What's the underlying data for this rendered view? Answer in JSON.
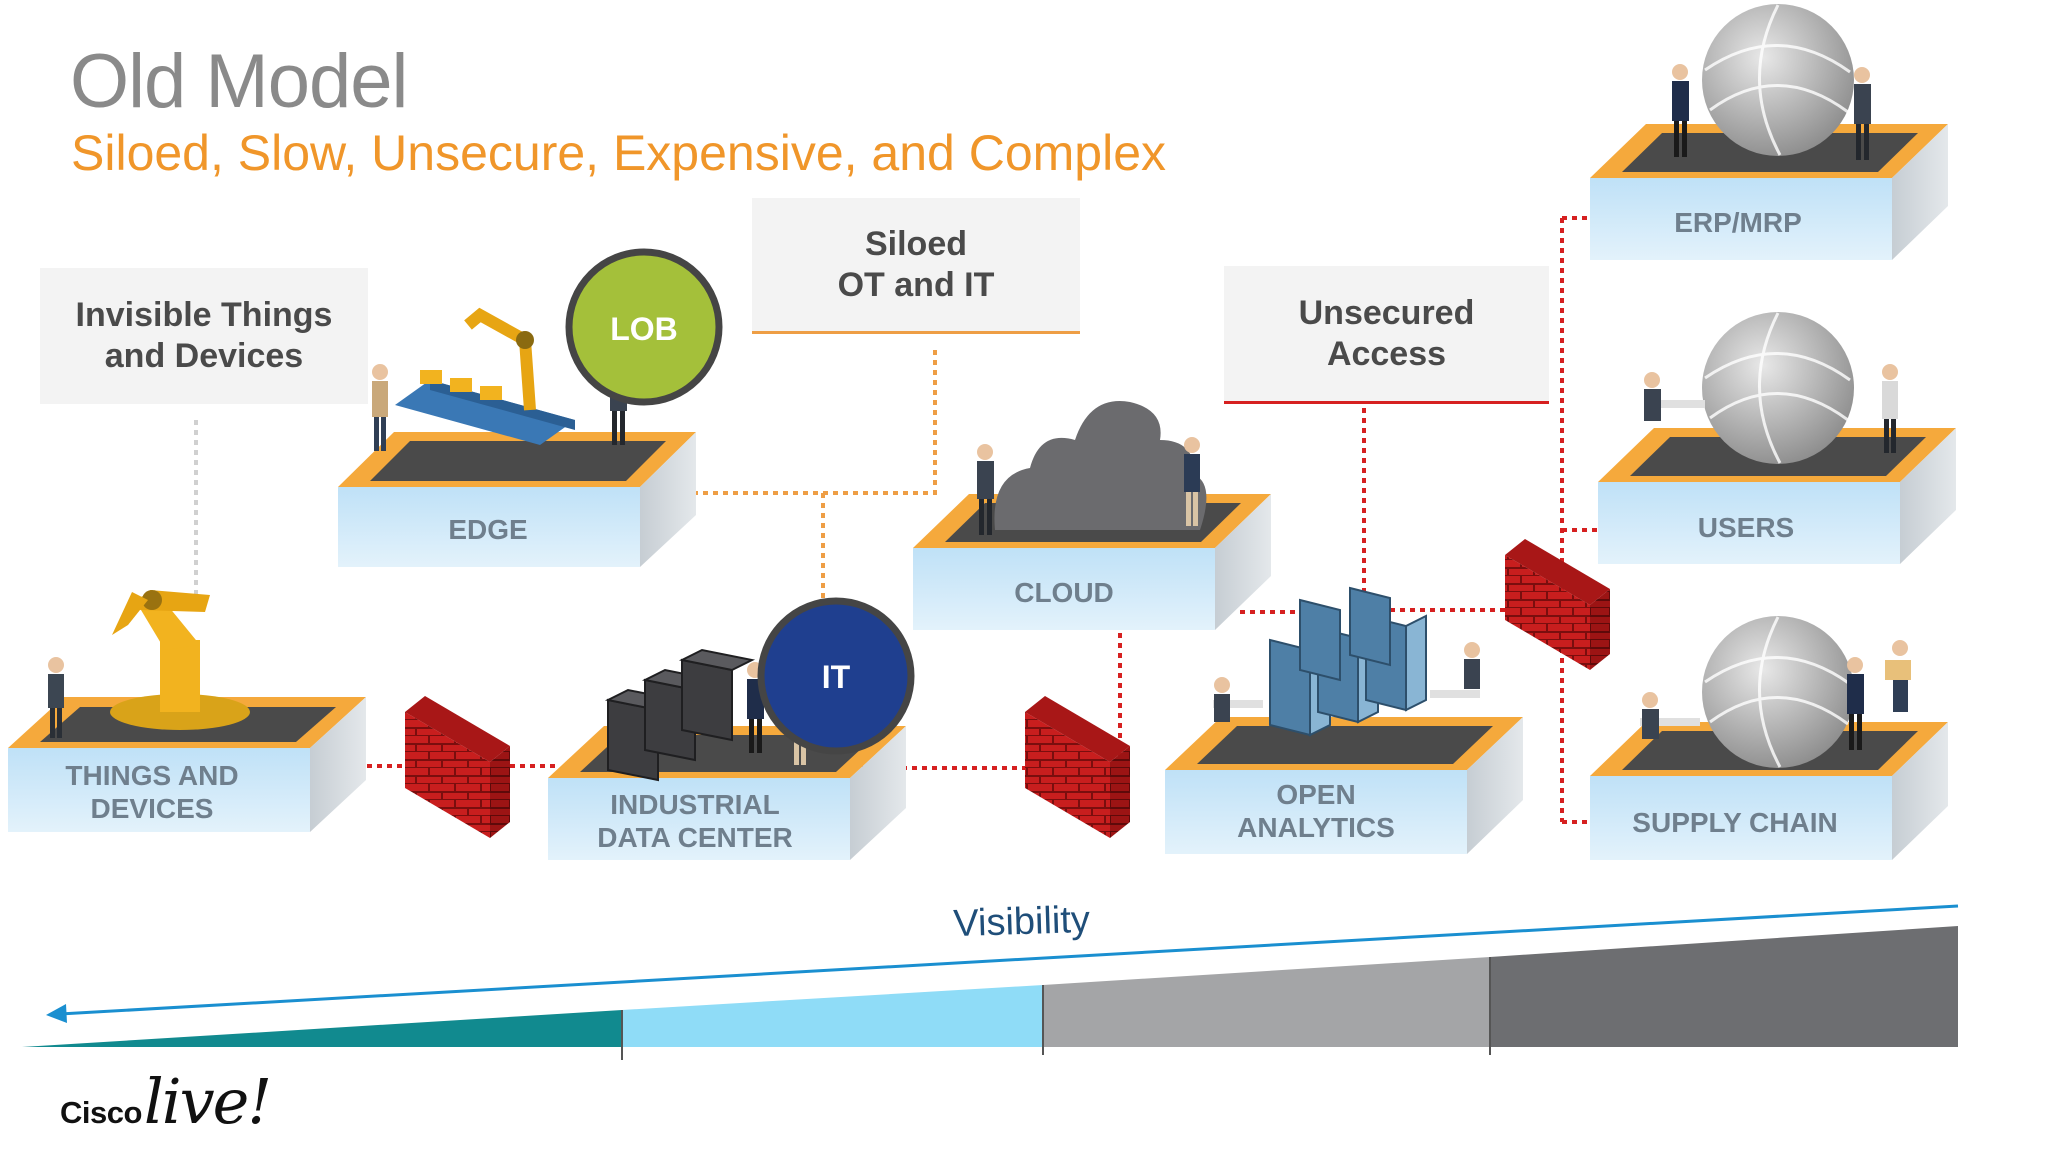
{
  "slide": {
    "title": "Old Model",
    "subtitle": "Siloed, Slow, Unsecure, Expensive, and Complex"
  },
  "callouts": {
    "invisible": {
      "line1": "Invisible Things",
      "line2": "and Devices"
    },
    "siloed": {
      "line1": "Siloed",
      "line2": "OT and IT"
    },
    "unsecured": {
      "line1": "Unsecured",
      "line2": "Access"
    }
  },
  "boxes": {
    "things": {
      "line1": "THINGS AND",
      "line2": "DEVICES"
    },
    "edge": {
      "line1": "EDGE"
    },
    "industrial_dc": {
      "line1": "INDUSTRIAL",
      "line2": "DATA CENTER"
    },
    "cloud": {
      "line1": "CLOUD"
    },
    "open_analytics": {
      "line1": "OPEN",
      "line2": "ANALYTICS"
    },
    "erp": {
      "line1": "ERP/MRP"
    },
    "users": {
      "line1": "USERS"
    },
    "supply_chain": {
      "line1": "SUPPLY CHAIN"
    }
  },
  "bubbles": {
    "lob": {
      "label": "LOB",
      "color": "#a4c03a"
    },
    "it": {
      "label": "IT",
      "color": "#1f3f8f"
    }
  },
  "visibility": {
    "label": "Visibility"
  },
  "brand": {
    "cisco": "Cisco",
    "live": "live!"
  },
  "colors": {
    "accent_orange": "#f0962a",
    "platform_blue": "#cde8f8",
    "firewall_red": "#c81e1e",
    "connector_red": "#d62020",
    "connector_orange": "#ee9e45",
    "visibility_teal": "#118a8f",
    "visibility_light_blue": "#8fdcf7",
    "visibility_gray": "#a4a5a7",
    "visibility_dark_gray": "#6d6e71"
  }
}
